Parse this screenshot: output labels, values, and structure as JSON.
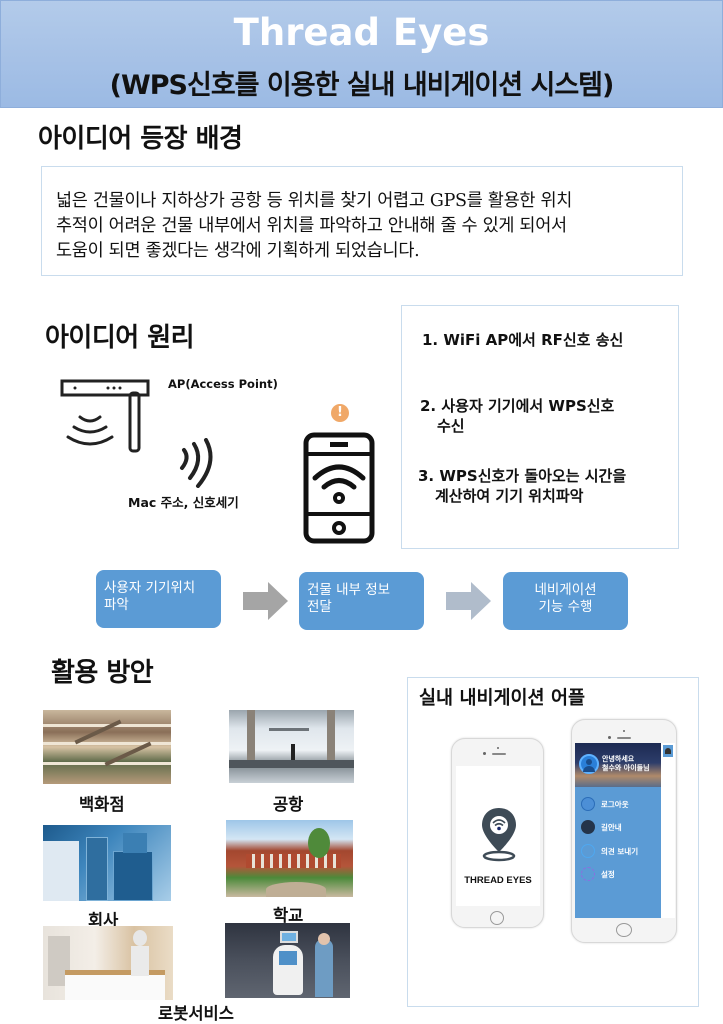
{
  "header": {
    "title": "Thread Eyes",
    "subtitle": "(WPS신호를 이용한 실내 내비게이션 시스템)",
    "background_color": "#a6c1e6"
  },
  "background_section": {
    "title": "아이디어 등장 배경",
    "lines": [
      "넓은 건물이나 지하상가 공항 등 위치를 찾기 어렵고 GPS를 활용한 위치",
      "추적이 어려운 건물 내부에서 위치를 파악하고 안내해 줄 수 있게 되어서",
      "도움이 되면 좋겠다는 생각에 기획하게 되었습니다."
    ]
  },
  "principle_section": {
    "title": "아이디어 원리",
    "ap_label": "AP(Access Point)",
    "signal_label": "Mac 주소, 신호세기",
    "alert_glyph": "!",
    "alert_color": "#f0a868",
    "steps": [
      {
        "line1": "1. WiFi AP에서 RF신호 송신",
        "line2": ""
      },
      {
        "line1": "2. 사용자 기기에서 WPS신호",
        "line2": "수신"
      },
      {
        "line1": "3. WPS신호가 돌아오는 시간을",
        "line2": "계산하여 기기 위치파악"
      }
    ]
  },
  "flow": {
    "box_color": "#5b9bd5",
    "boxes": [
      {
        "line1": "사용자 기기위치",
        "line2": "파악"
      },
      {
        "line1": "건물 내부 정보",
        "line2": "전달"
      },
      {
        "line1": "네비게이션",
        "line2": "기능 수행"
      }
    ]
  },
  "usage_section": {
    "title": "활용 방안",
    "items": [
      {
        "label": "백화점",
        "image": "shopping-mall-photo"
      },
      {
        "label": "공항",
        "image": "airport-photo"
      },
      {
        "label": "회사",
        "image": "office-building-photo"
      },
      {
        "label": "학교",
        "image": "school-photo"
      },
      {
        "label": "로봇서비스",
        "image": "robot-service-photo"
      }
    ]
  },
  "app_section": {
    "title": "실내 내비게이션 어플",
    "splash_brand": "THREAD EYES",
    "greeting_line1": "안녕하세요",
    "greeting_line2": "철수와 아이들님",
    "menu": [
      {
        "label": "로그아웃",
        "icon": "user-icon"
      },
      {
        "label": "길안내",
        "icon": "globe-icon"
      },
      {
        "label": "의견 보내기",
        "icon": "message-icon"
      },
      {
        "label": "설정",
        "icon": "gear-icon"
      }
    ]
  }
}
